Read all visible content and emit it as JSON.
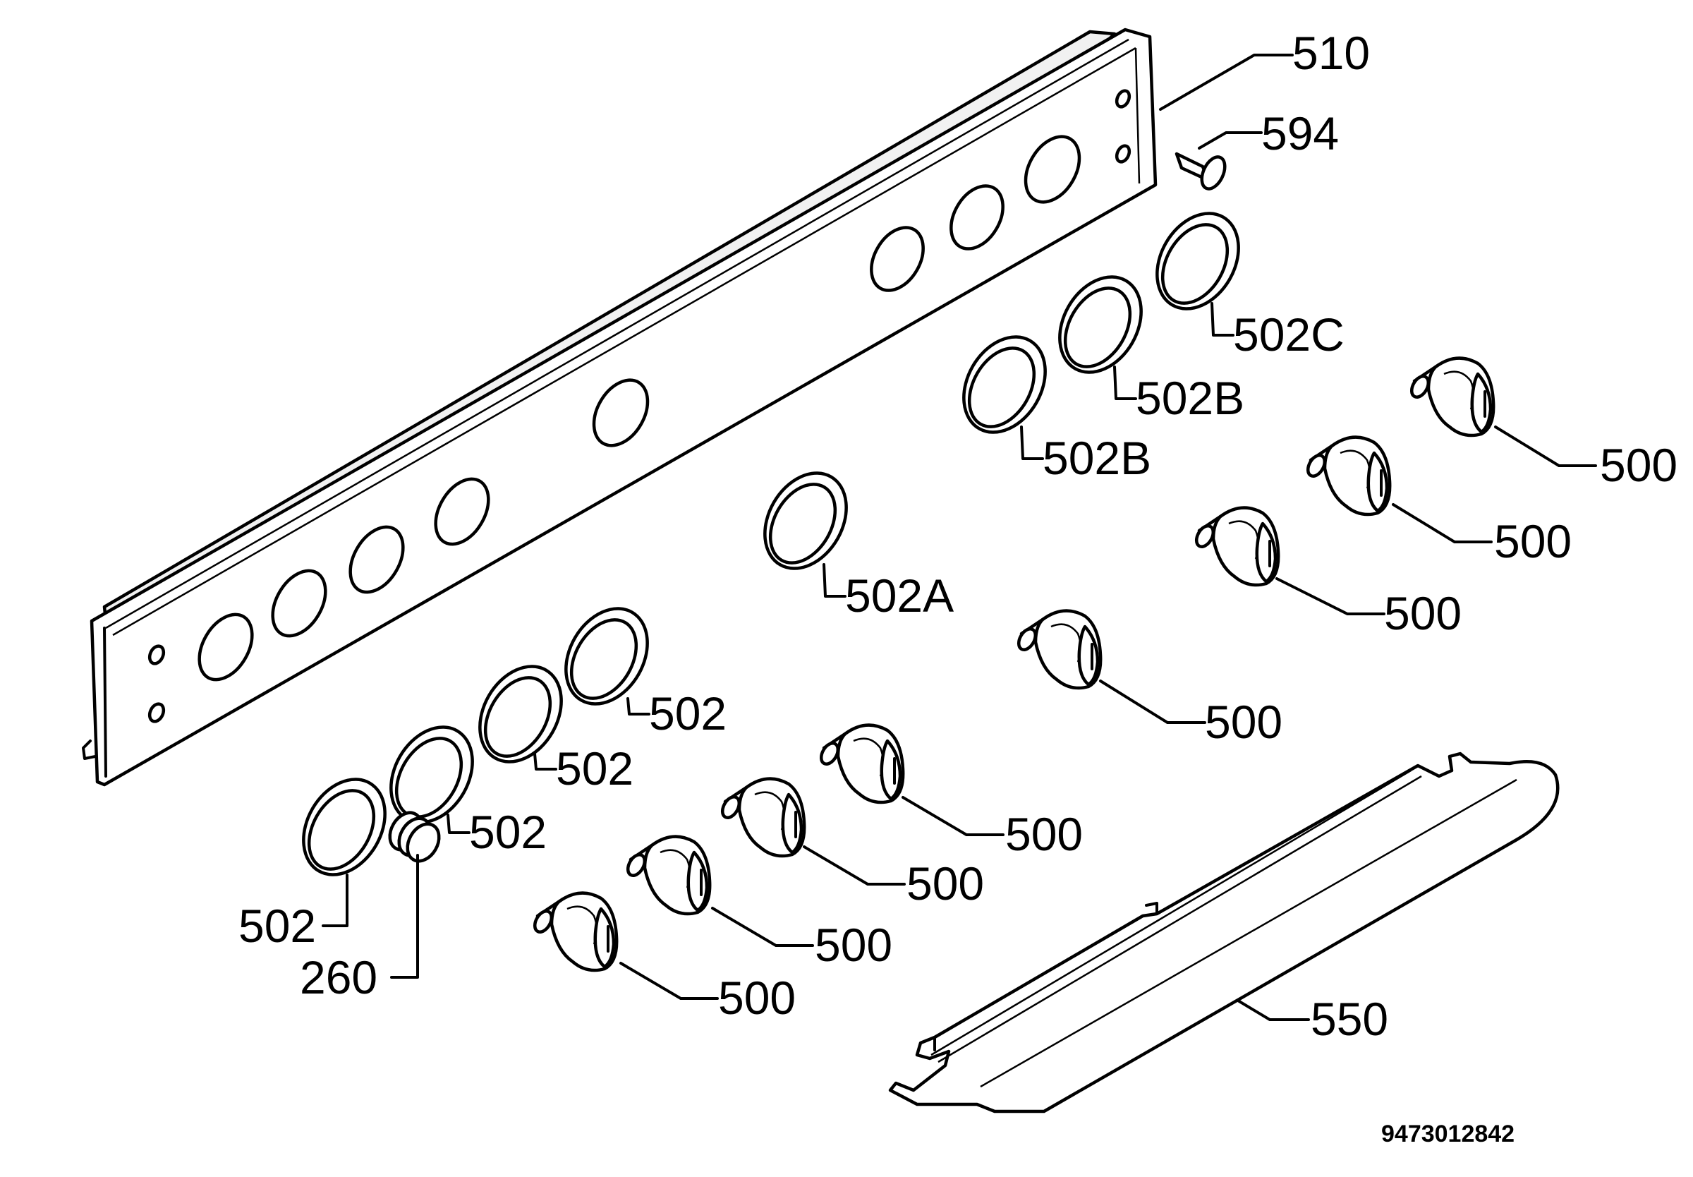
{
  "labels": {
    "panel": "510",
    "screw": "594",
    "spring": "260",
    "trim": "550",
    "bezel_c": "502C",
    "bezel_b_upper": "502B",
    "bezel_b_lower": "502B",
    "bezel_a": "502A",
    "bezel_1": "502",
    "bezel_2": "502",
    "bezel_3": "502",
    "bezel_4": "502",
    "knob_1": "500",
    "knob_2": "500",
    "knob_3": "500",
    "knob_4": "500",
    "knob_5": "500",
    "knob_6": "500",
    "knob_7": "500",
    "knob_8": "500"
  },
  "diagram_code": "9473012842"
}
